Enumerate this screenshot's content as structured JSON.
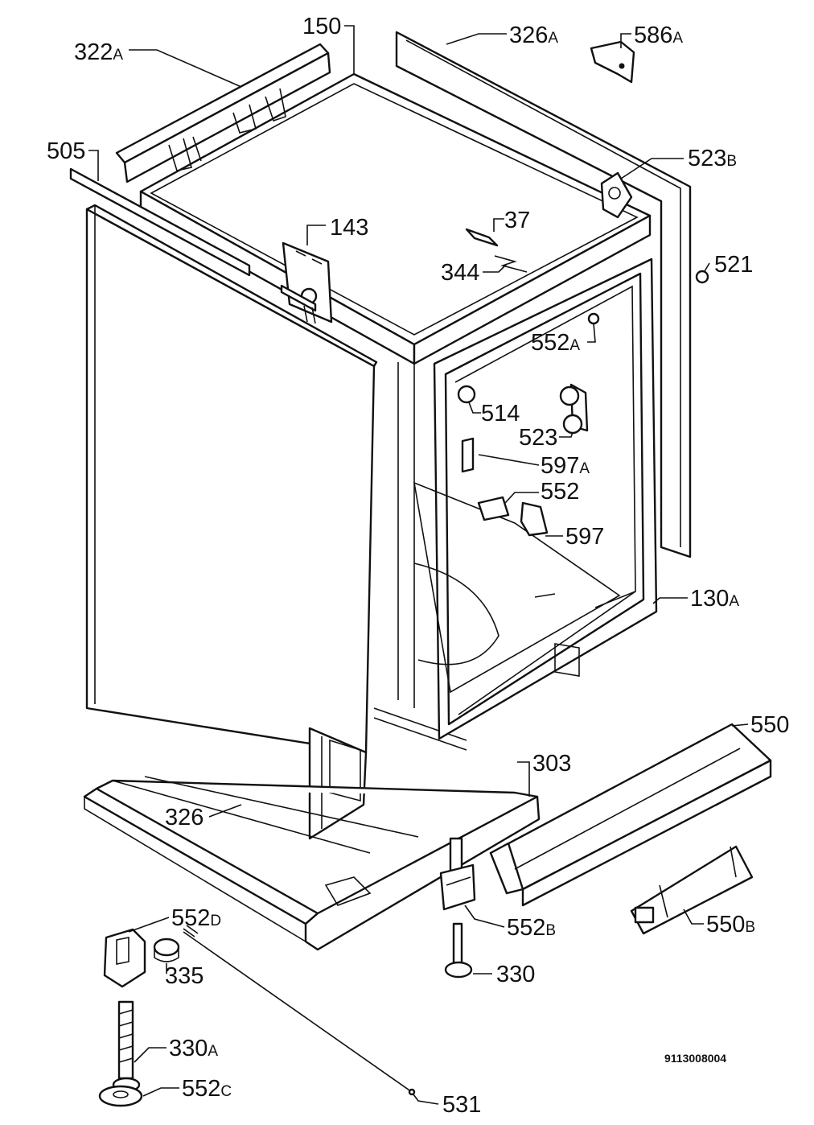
{
  "drawing_number": "9113008004",
  "parts": {
    "p150": {
      "num": "150",
      "suffix": ""
    },
    "p326A": {
      "num": "326",
      "suffix": "A"
    },
    "p586A": {
      "num": "586",
      "suffix": "A"
    },
    "p322A": {
      "num": "322",
      "suffix": "A"
    },
    "p523B": {
      "num": "523",
      "suffix": "B"
    },
    "p505": {
      "num": "505",
      "suffix": ""
    },
    "p143": {
      "num": "143",
      "suffix": ""
    },
    "p37": {
      "num": "37",
      "suffix": ""
    },
    "p521": {
      "num": "521",
      "suffix": ""
    },
    "p344": {
      "num": "344",
      "suffix": ""
    },
    "p552A": {
      "num": "552",
      "suffix": "A"
    },
    "p514": {
      "num": "514",
      "suffix": ""
    },
    "p523": {
      "num": "523",
      "suffix": ""
    },
    "p597A": {
      "num": "597",
      "suffix": "A"
    },
    "p552": {
      "num": "552",
      "suffix": ""
    },
    "p597": {
      "num": "597",
      "suffix": ""
    },
    "p130A": {
      "num": "130",
      "suffix": "A"
    },
    "p550": {
      "num": "550",
      "suffix": ""
    },
    "p303": {
      "num": "303",
      "suffix": ""
    },
    "p326": {
      "num": "326",
      "suffix": ""
    },
    "p552D": {
      "num": "552",
      "suffix": "D"
    },
    "p552B": {
      "num": "552",
      "suffix": "B"
    },
    "p550B": {
      "num": "550",
      "suffix": "B"
    },
    "p335": {
      "num": "335",
      "suffix": ""
    },
    "p330": {
      "num": "330",
      "suffix": ""
    },
    "p330A": {
      "num": "330",
      "suffix": "A"
    },
    "p552C": {
      "num": "552",
      "suffix": "C"
    },
    "p531": {
      "num": "531",
      "suffix": ""
    }
  }
}
